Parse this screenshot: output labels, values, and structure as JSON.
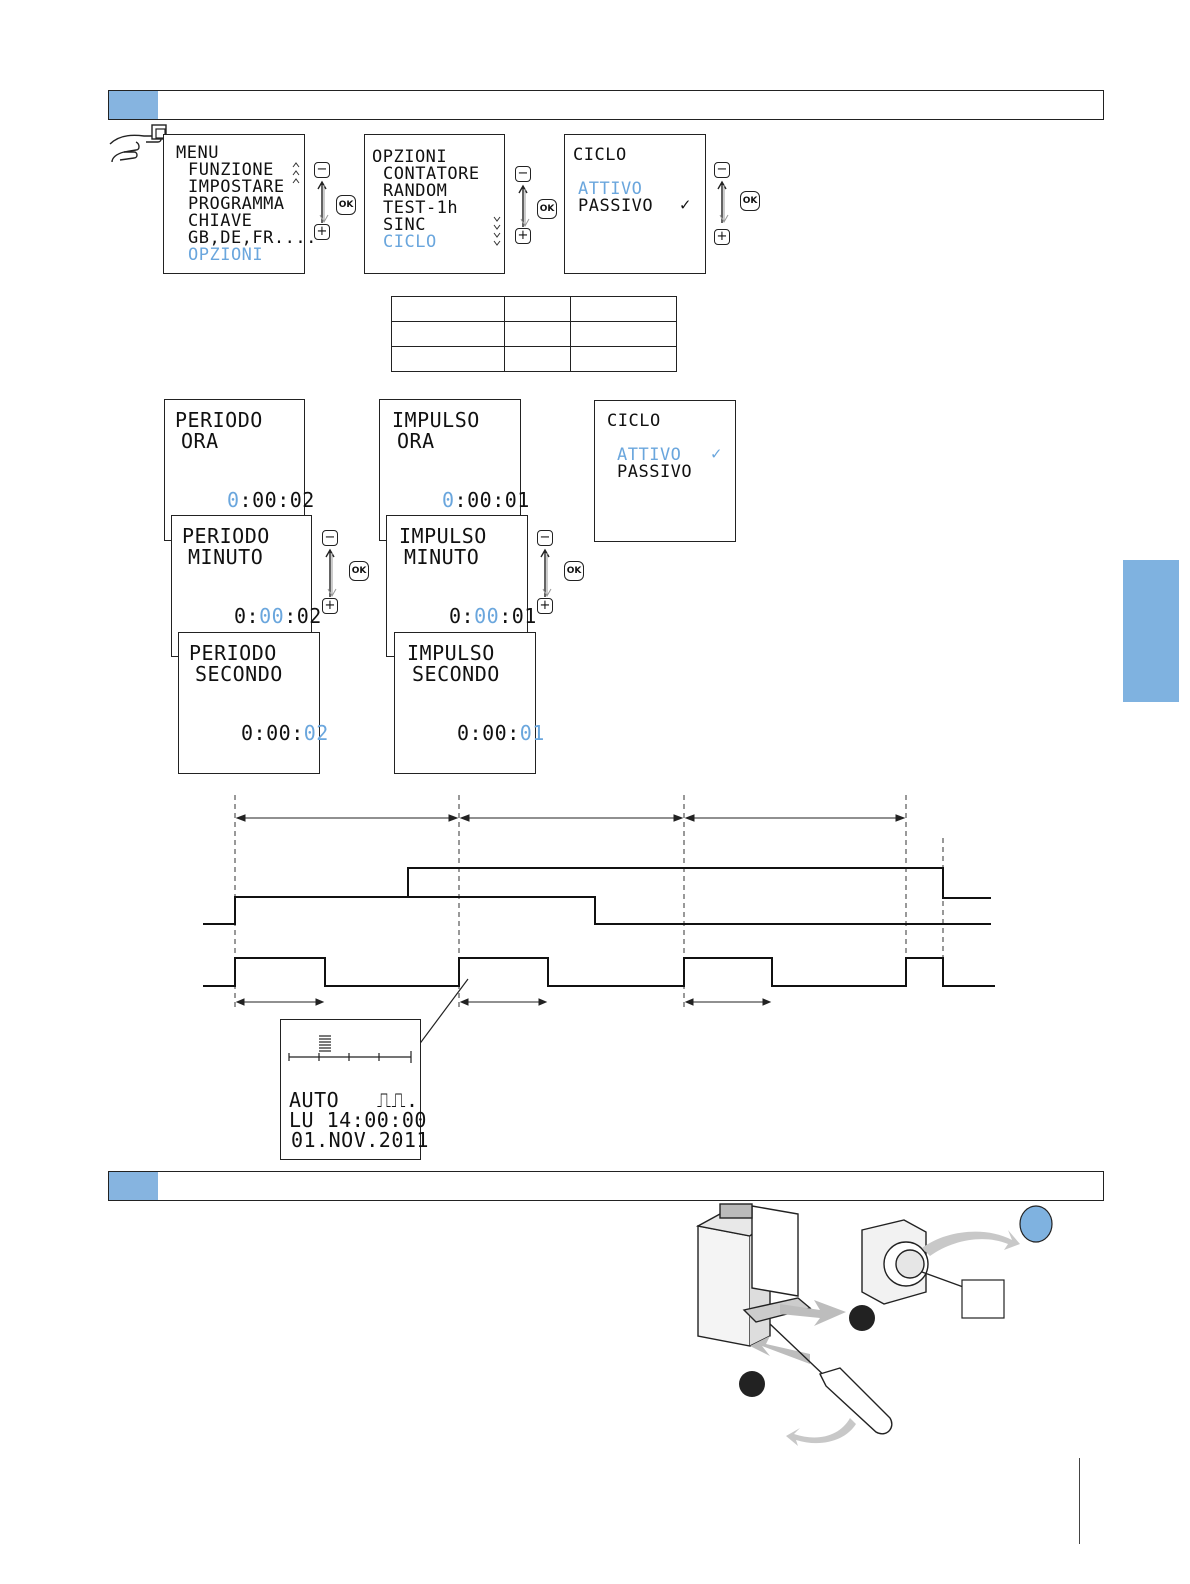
{
  "screen_menu": {
    "title": "MENU",
    "items": [
      "FUNZIONE",
      "IMPOSTARE",
      "PROGRAMMA",
      "CHIAVE",
      "GB,DE,FR...."
    ],
    "selected": "OPZIONI"
  },
  "screen_opzioni": {
    "title": "OPZIONI",
    "items": [
      "CONTATORE",
      "RANDOM",
      "TEST-1h",
      "SINC"
    ],
    "selected": "CICLO"
  },
  "screen_ciclo_1": {
    "title": "CICLO",
    "active": "ATTIVO",
    "passive": "PASSIVO",
    "check": "✓"
  },
  "screen_ciclo_2": {
    "title": "CICLO",
    "active": "ATTIVO",
    "passive": "PASSIVO",
    "check": "✓"
  },
  "periodo": {
    "title": "PERIODO",
    "ora": "ORA",
    "minuto": "MINUTO",
    "secondo": "SECONDO",
    "hours": "0",
    "minutes": "00",
    "seconds": "02",
    "sep": ":"
  },
  "impulso": {
    "title": "IMPULSO",
    "ora": "ORA",
    "minuto": "MINUTO",
    "secondo": "SECONDO",
    "hours": "0",
    "minutes": "00",
    "seconds": "01",
    "sep": ":"
  },
  "keys": {
    "minus": "−",
    "plus": "+",
    "ok": "OK"
  },
  "status_screen": {
    "mode": "AUTO",
    "pulse_symbol": "⎍⎍.",
    "day_time": "LU 14:00:00",
    "date": "01.NOV.2011"
  },
  "colors": {
    "accent": "#7fb2e0",
    "lcd_highlight": "#6aa6dd"
  }
}
